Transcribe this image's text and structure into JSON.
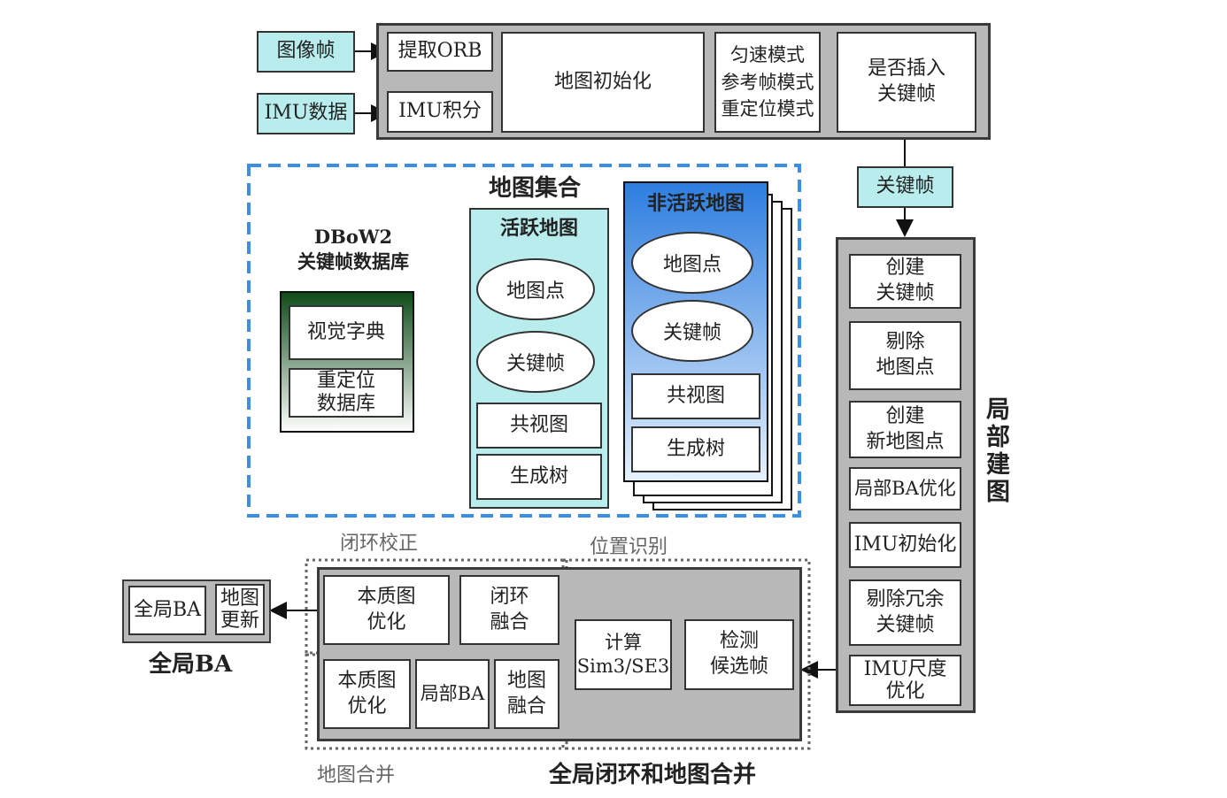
{
  "inputs": {
    "image_frame": "图像帧",
    "imu_data": "IMU数据"
  },
  "tracking": {
    "extract_orb": "提取ORB",
    "imu_integration": "IMU积分",
    "map_init": "地图初始化",
    "modes": "匀速模式\n参考帧模式\n重定位模式",
    "insert_keyframe": "是否插入\n关键帧"
  },
  "keyframe_tag": "关键帧",
  "atlas": {
    "title": "地图集合",
    "dbow_title": "DBoW2\n关键帧数据库",
    "visual_vocab": "视觉字典",
    "reloc_db": "重定位\n数据库",
    "active_map": {
      "title": "活跃地图",
      "map_points": "地图点",
      "keyframes": "关键帧",
      "covis_graph": "共视图",
      "spanning_tree": "生成树"
    },
    "inactive_map": {
      "title": "非活跃地图",
      "map_points": "地图点",
      "keyframes": "关键帧",
      "covis_graph": "共视图",
      "spanning_tree": "生成树"
    }
  },
  "local_mapping": {
    "title": "局部建图",
    "items": [
      "创建\n关键帧",
      "剔除\n地图点",
      "创建\n新地图点",
      "局部BA优化",
      "IMU初始化",
      "剔除冗余\n关键帧",
      "IMU尺度\n优化"
    ]
  },
  "loop_merge": {
    "title": "全局闭环和地图合并",
    "loop_correction_label": "闭环校正",
    "place_recognition_label": "位置识别",
    "map_merge_label": "地图合并",
    "essential_graph_opt_1": "本质图\n优化",
    "loop_fusion": "闭环\n融合",
    "essential_graph_opt_2": "本质图\n优化",
    "local_ba": "局部BA",
    "map_fusion": "地图\n融合",
    "compute_sim3": "计算\nSim3/SE3",
    "detect_candidates": "检测\n候选帧"
  },
  "global_ba": {
    "title": "全局BA",
    "global_ba_box": "全局BA",
    "map_update": "地图\n更新"
  },
  "colors": {
    "cyan": "#b9ecec",
    "panel_gray": "#b8b8b8",
    "dash_blue": "#3a8ee6",
    "inactive_top": "#2d7de0",
    "inactive_bottom": "#e6f1fc",
    "dbow_green": "#0e4a18"
  }
}
